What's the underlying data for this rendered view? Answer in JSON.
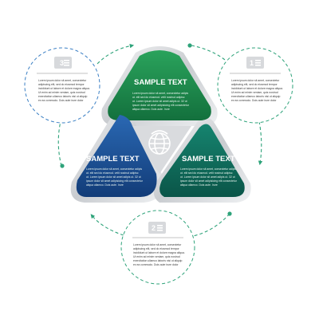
{
  "colors": {
    "green": "#1f8a4e",
    "blue": "#1a4f93",
    "teal": "#0f6b5c",
    "dash": "#2ea37a",
    "silver": "#cfd2d6"
  },
  "center_icon": "globe-icon",
  "segments": {
    "top": {
      "title": "SAMPLE TEXT",
      "lines": [
        "Lorem ipsum dolor sit amet, consectetur adipis",
        "ut. elit sed do eiusmod. velit nostrud adipisc",
        "ut. Lorem ipsum dolor sit amet adipis ut. 32 ut",
        "ipsum dolor sit amet adipisicing elit consectetur",
        "aliqua ullamco. Duis aute. Irure"
      ]
    },
    "left": {
      "title": "SAMPLE TEXT",
      "lines": [
        "Lorem ipsum dolor sit amet, consectetur adipis",
        "ut. elit sed do eiusmod. velit nostrud adipisc",
        "ut. Lorem ipsum dolor sit amet adipis ut. 32 ut",
        "ipsum dolor sit amet adipisicing elit consectetur",
        "aliqua ullamco. Duis aute. Irure"
      ]
    },
    "right": {
      "title": "SAMPLE TEXT",
      "lines": [
        "Lorem ipsum dolor sit amet, consectetur adipis",
        "ut. elit sed do eiusmod. velit nostrud adipisc",
        "ut. Lorem ipsum dolor sit amet adipis ut. 32 ut",
        "ipsum dolor sit amet adipisicing elit consectetur",
        "aliqua ullamco. Duis aute. Irure"
      ]
    }
  },
  "circles": {
    "c3": {
      "number": "3",
      "lines": [
        "Lorem ipsum dolor sit amet, consectetur",
        "adipiscing elit, sed do eiusmod tempor",
        "incididunt ut labore et dolore magna aliqua.",
        "Ut enim ad minim veniam, quis nostrud",
        "exercitation ullamco laboris nisi ut aliquip",
        "ex ea commodo. Duis aute irure dolor"
      ]
    },
    "c1": {
      "number": "1",
      "lines": [
        "Lorem ipsum dolor sit amet, consectetur",
        "adipiscing elit, sed do eiusmod tempor",
        "incididunt ut labore et dolore magna aliqua.",
        "Ut enim ad minim veniam, quis nostrud",
        "exercitation ullamco laboris nisi ut aliquip",
        "ex ea commodo. Duis aute irure dolor"
      ]
    },
    "c2": {
      "number": "2",
      "lines": [
        "Lorem ipsum dolor sit amet, consectetur",
        "adipiscing elit, sed do eiusmod tempor",
        "incididunt ut labore et dolore magna aliqua.",
        "Ut enim ad minim veniam, quis nostrud",
        "exercitation ullamco laboris nisi ut aliquip",
        "ex ea commodo. Duis aute irure dolor"
      ]
    }
  }
}
